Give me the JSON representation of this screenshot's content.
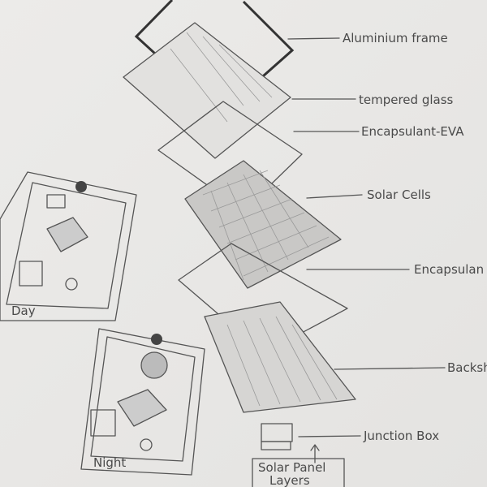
{
  "diagram": {
    "labels": {
      "aluminium_frame": "Aluminium frame",
      "tempered_glass": "tempered glass",
      "encapsulant_top": "Encapsulant-EVA",
      "solar_cells": "Solar Cells",
      "encapsulant_bottom": "Encapsulan",
      "backsheet": "Backsh",
      "junction_box": "Junction Box"
    },
    "caption_line1": "Solar Panel",
    "caption_line2": "Layers",
    "day_label": "Day",
    "night_label": "Night"
  }
}
